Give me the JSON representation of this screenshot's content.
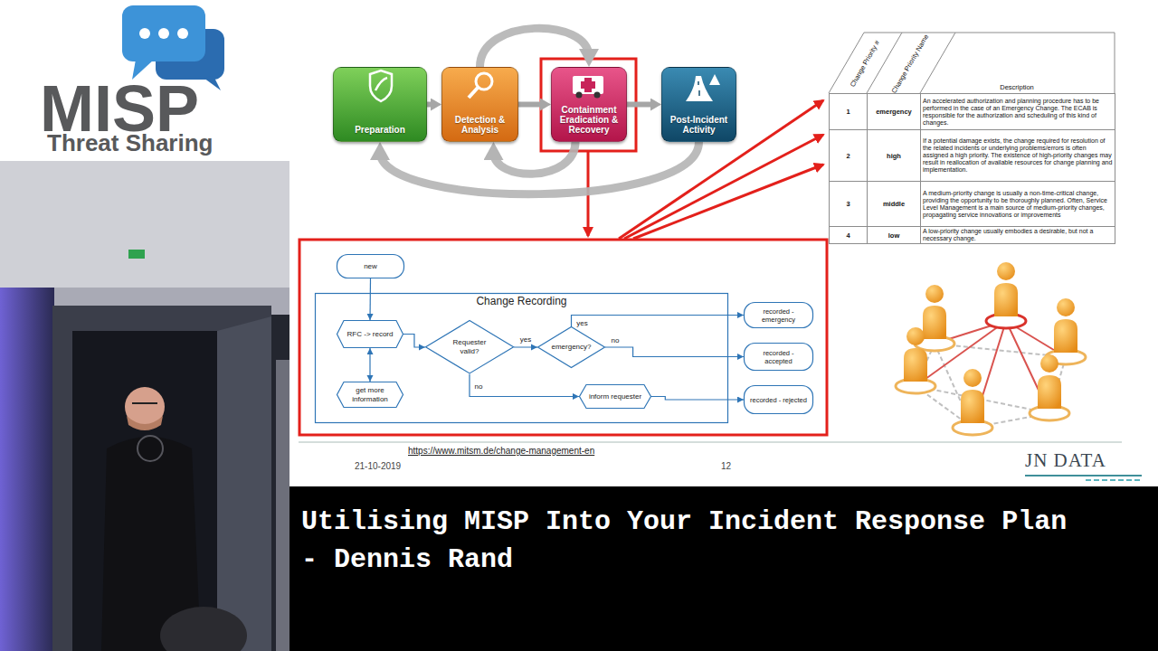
{
  "diagram": {
    "title": "Utilising MISP Into Your Incident Response Plan - Dennis Rand",
    "nodes": [
      {
        "text": [
          "Preparation"
        ]
      },
      {
        "text": [
          "Detection & Analysis"
        ]
      },
      {
        "text": [
          "Containment Eradication & Recovery"
        ]
      },
      {
        "text": [
          "Post-Incident Activity"
        ]
      },
      {
        "text": [
          "new"
        ]
      },
      {
        "text": [
          "Change Recording"
        ]
      },
      {
        "text": [
          "RFC -> record"
        ],
        "in": 5
      },
      {
        "text": [
          "get more information"
        ],
        "in": 5
      },
      {
        "text": [
          "Requester valid?"
        ],
        "in": 5
      },
      {
        "text": [
          "emergency?"
        ],
        "in": 5
      },
      {
        "text": [
          "inform requester"
        ],
        "in": 5
      },
      {
        "text": [
          "recorded - emergency"
        ]
      },
      {
        "text": [
          "recorded - accepted"
        ]
      },
      {
        "text": [
          "recorded - rejected"
        ]
      }
    ],
    "edges": [
      {
        "from": 0,
        "to": 1,
        "arrow": "to"
      },
      {
        "from": 1,
        "to": 2,
        "arrow": "to"
      },
      {
        "from": 2,
        "to": 3,
        "arrow": "to"
      },
      {
        "from": 1,
        "to": 2,
        "arrow": "to"
      },
      {
        "from": 2,
        "to": 1,
        "arrow": "to"
      },
      {
        "from": 3,
        "to": 0,
        "arrow": "to"
      },
      {
        "from": 4,
        "to": 6,
        "arrow": "to"
      },
      {
        "from": 6,
        "to": 7,
        "arrow": "both"
      },
      {
        "from": 6,
        "to": 8,
        "arrow": "to"
      },
      {
        "from": 8,
        "to": 9,
        "label": "yes",
        "arrow": "to"
      },
      {
        "from": 9,
        "to": 11,
        "label": "yes",
        "arrow": "to"
      },
      {
        "from": 9,
        "to": 12,
        "label": "no",
        "arrow": "to"
      },
      {
        "from": 8,
        "to": 10,
        "label": "no",
        "arrow": "to"
      },
      {
        "from": 10,
        "to": 13,
        "arrow": "to"
      }
    ],
    "labels": [
      "MISP",
      "Threat Sharing",
      "Change Priority #",
      "Change Priority Name",
      "Description",
      "1",
      "emergency",
      "An accelerated authorization and planning procedure has to be performed in the case of an Emergency Change. The ECAB is responsible for the authorization and scheduling of this kind of changes.",
      "2",
      "high",
      "If a potential damage exists, the change required for resolution of the related incidents or underlying problems/errors is often assigned a high priority. The existence of high-priority changes may result in reallocation of available resources for change planning and implementation.",
      "3",
      "middle",
      "A medium-priority change is usually a non-time-critical change, providing the opportunity to be thoroughly planned. Often, Service Level Management is a main source of medium-priority changes, propagating service innovations or improvements",
      "4",
      "low",
      "A low-priority change usually embodies a desirable, but not a necessary change.",
      "https://www.mitsm.de/change-management-en",
      "21-10-2019",
      "12",
      "JN DATA"
    ]
  }
}
